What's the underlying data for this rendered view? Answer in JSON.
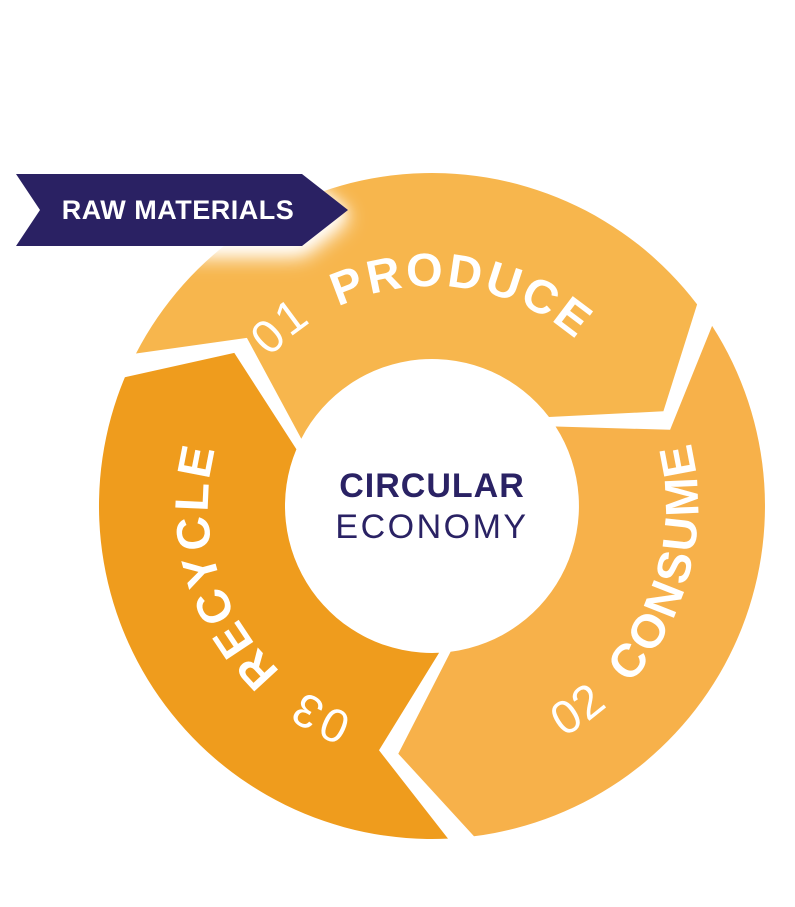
{
  "banner": {
    "label": "RAW MATERIALS",
    "bg_color": "#2A2163",
    "text_color": "#FFFFFF"
  },
  "center": {
    "line1": "CIRCULAR",
    "line2": "ECONOMY",
    "color": "#2A2264"
  },
  "segments": [
    {
      "id": "produce",
      "number": "01",
      "label": "PRODUCE",
      "color": "#F7B64D"
    },
    {
      "id": "consume",
      "number": "02",
      "label": "CONSUME",
      "color": "#F7B14A"
    },
    {
      "id": "recycle",
      "number": "03",
      "label": "RECYCLE",
      "color": "#EF9C1D"
    }
  ]
}
